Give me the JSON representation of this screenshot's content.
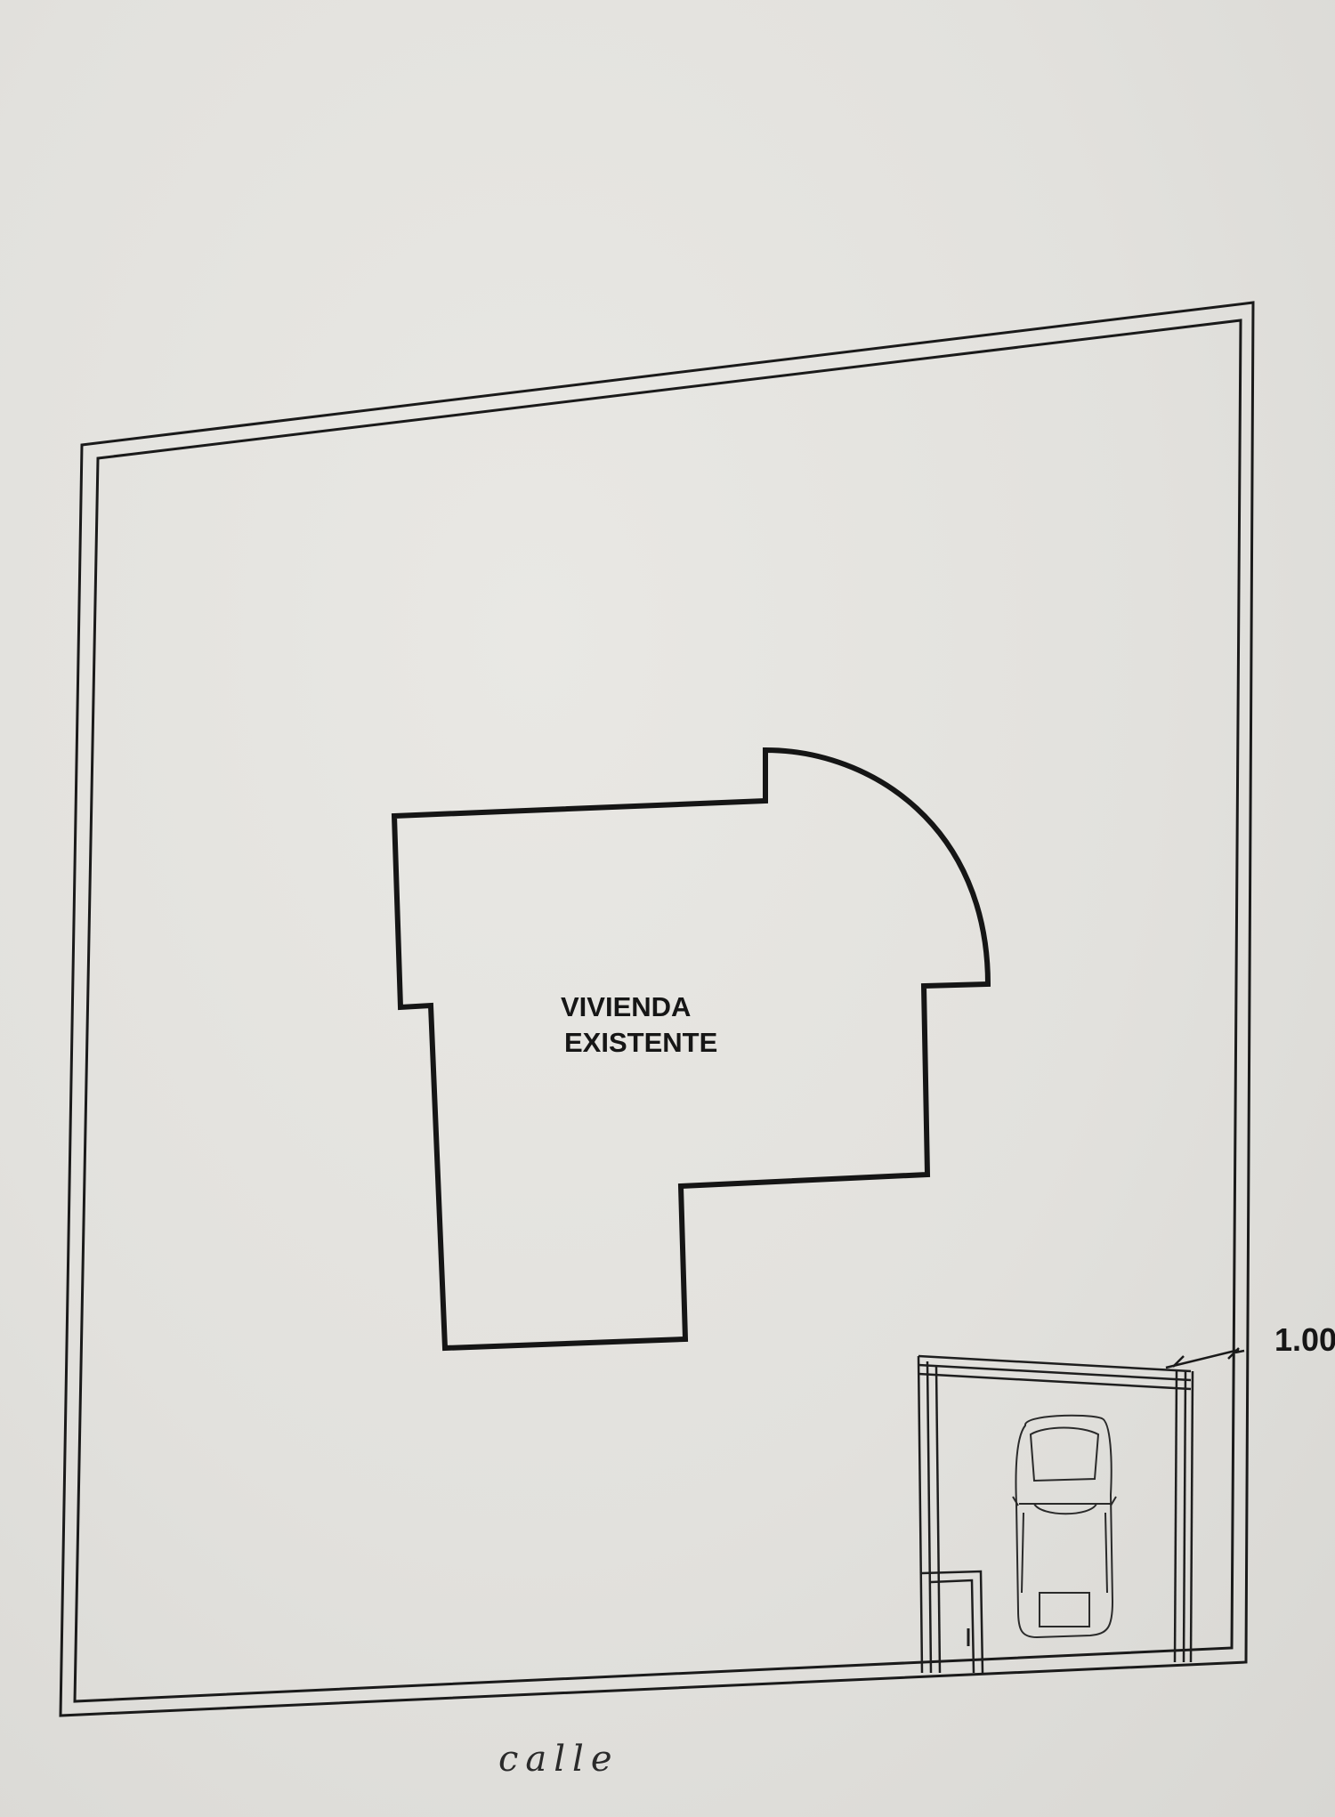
{
  "plan": {
    "building_label_line1": "VIVIENDA",
    "building_label_line2": "EXISTENTE",
    "setback_dimension": "1.00",
    "street_label": "calle"
  },
  "colors": {
    "paper": "#e4e3df",
    "ink": "#161616"
  }
}
